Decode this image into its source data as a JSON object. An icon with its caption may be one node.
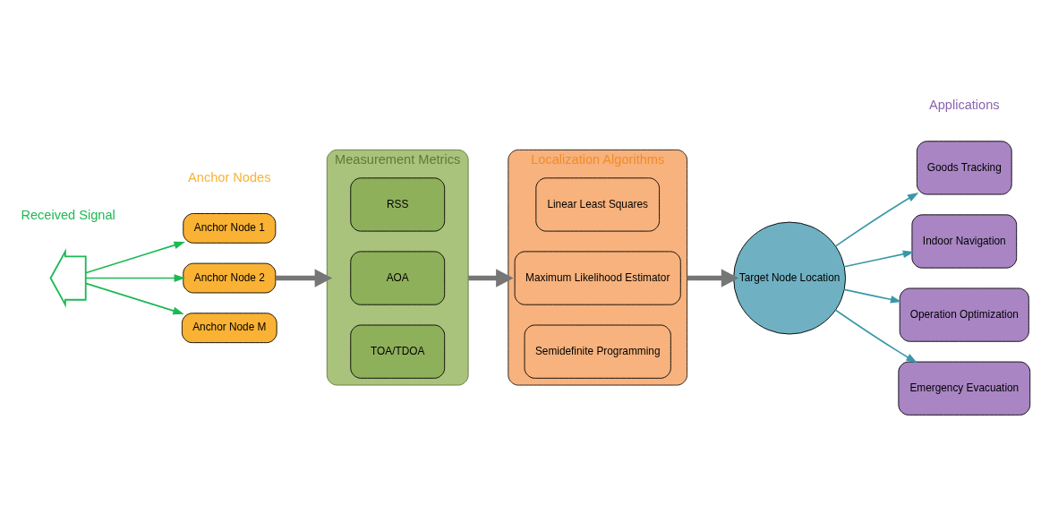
{
  "diagram": {
    "nodes": [
      {
        "text": [],
        "shape": "waveform"
      },
      {
        "text": [
          "Anchor Node 1"
        ]
      },
      {
        "text": [
          "Anchor Node 2"
        ]
      },
      {
        "text": [
          "Anchor Node M"
        ]
      },
      {
        "text": [
          "Measurement Metrics"
        ]
      },
      {
        "text": [
          "RSS"
        ],
        "in": 4
      },
      {
        "text": [
          "AOA"
        ],
        "in": 4
      },
      {
        "text": [
          "TOA/TDOA"
        ],
        "in": 4
      },
      {
        "text": [
          "Localization Algorithms"
        ]
      },
      {
        "text": [
          "Linear Least Squares"
        ],
        "in": 8
      },
      {
        "text": [
          "Maximum Likelihood Estimator"
        ],
        "in": 8
      },
      {
        "text": [
          "Semidefinite Programming"
        ],
        "in": 8
      },
      {
        "text": [
          "Target Node Location"
        ]
      },
      {
        "text": [
          "Goods Tracking"
        ]
      },
      {
        "text": [
          "Indoor Navigation"
        ]
      },
      {
        "text": [
          "Operation Optimization"
        ]
      },
      {
        "text": [
          "Emergency Evacuation"
        ]
      }
    ],
    "edges": [
      {
        "from": 0,
        "to": 1,
        "arrow": "to",
        "color": "#1db954"
      },
      {
        "from": 0,
        "to": 2,
        "arrow": "to",
        "color": "#1db954"
      },
      {
        "from": 0,
        "to": 3,
        "arrow": "to",
        "color": "#1db954"
      },
      {
        "from": 2,
        "to": 4,
        "arrow": "to",
        "style": "thick",
        "color": "#767676"
      },
      {
        "from": 4,
        "to": 8,
        "arrow": "to",
        "style": "thick",
        "color": "#767676"
      },
      {
        "from": 8,
        "to": 12,
        "arrow": "to",
        "style": "thick",
        "color": "#767676"
      },
      {
        "from": 12,
        "to": 13,
        "arrow": "to",
        "color": "#3a97a8"
      },
      {
        "from": 12,
        "to": 14,
        "arrow": "to",
        "color": "#3a97a8"
      },
      {
        "from": 12,
        "to": 15,
        "arrow": "to",
        "color": "#3a97a8"
      },
      {
        "from": 12,
        "to": 16,
        "arrow": "to",
        "color": "#3a97a8"
      }
    ],
    "labels": [
      "Received Signal",
      "Anchor Nodes",
      "Applications"
    ]
  }
}
